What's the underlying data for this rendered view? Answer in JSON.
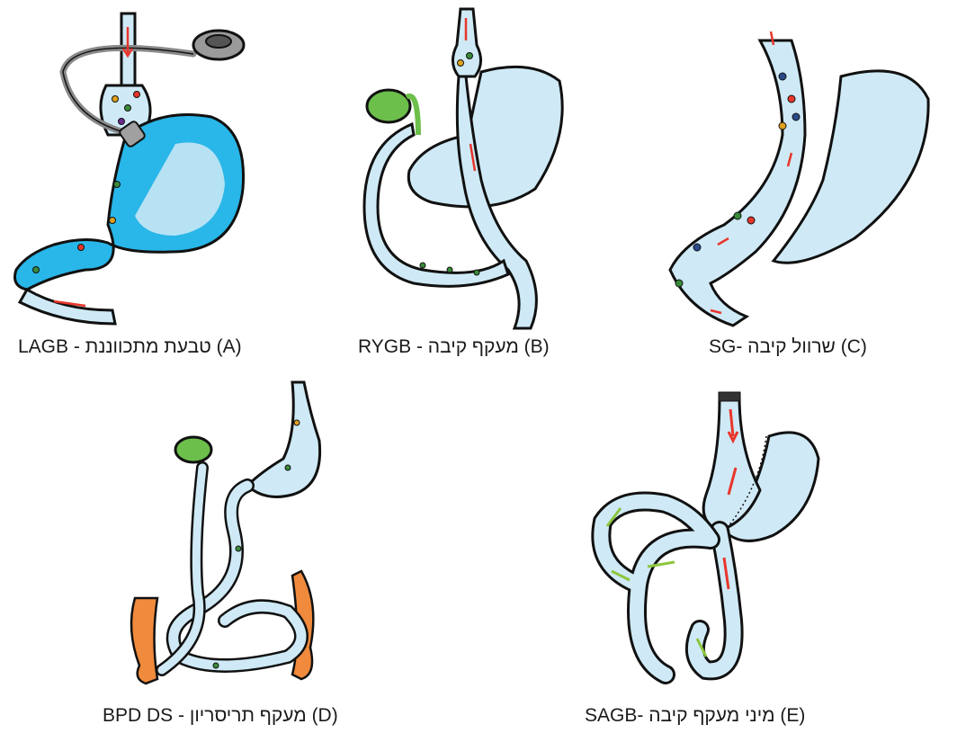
{
  "panels": {
    "a": {
      "caption": "LAGB - טבעת מתכווננת (A)"
    },
    "b": {
      "caption": "RYGB - מעקף קיבה (B)"
    },
    "c": {
      "caption": "SG- שרוול קיבה (C)"
    },
    "d": {
      "caption": "BPD DS - מעקף תריסריון (D)"
    },
    "e": {
      "caption": "SAGB- מיני מעקף קיבה (E)"
    }
  },
  "colors": {
    "stomach_light": "#cfeaf6",
    "stomach_blue": "#29b6e8",
    "outline": "#111111",
    "gallbladder": "#6cbf4b",
    "colon": "#f08a3c",
    "arrow_red": "#e8362b",
    "arrow_green": "#8cc63f",
    "band_gray": "#8a8a8a"
  },
  "icons": [
    "adjustable-gastric-band-icon",
    "gallbladder-icon",
    "colon-icon",
    "food-flow-arrow-icon"
  ]
}
